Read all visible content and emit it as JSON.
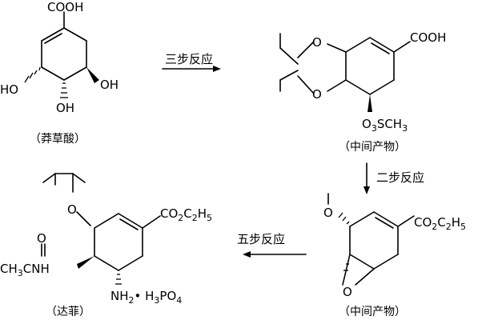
{
  "colors": {
    "ink": "#000000",
    "background": "#ffffff"
  },
  "labels": {
    "COOH": "COOH",
    "HO": "HO",
    "OH": "OH",
    "O": "O",
    "O3SCH3_main": "O",
    "O3SCH3_sub": "3",
    "O3SCH3_tail": "SCH",
    "O3SCH3_sub2": "3",
    "ester_a": "CO",
    "ester_b": "2",
    "ester_c": "C",
    "ester_d": "2",
    "ester_e": "H",
    "ester_f": "5",
    "acetyl_a": "CH",
    "acetyl_b": "3",
    "acetyl_c": "CNH",
    "amine_a": "NH",
    "amine_b": "2",
    "amine_c": "• H",
    "amine_d": "3",
    "amine_e": "PO",
    "amine_f": "4"
  },
  "steps": {
    "step1": "三步反应",
    "step2": "二步反应",
    "step3": "五步反应"
  },
  "captions": {
    "start": "（莽草酸）",
    "mid1": "（中间产物）",
    "mid2": "（中间产物）",
    "product": "（达菲）"
  }
}
